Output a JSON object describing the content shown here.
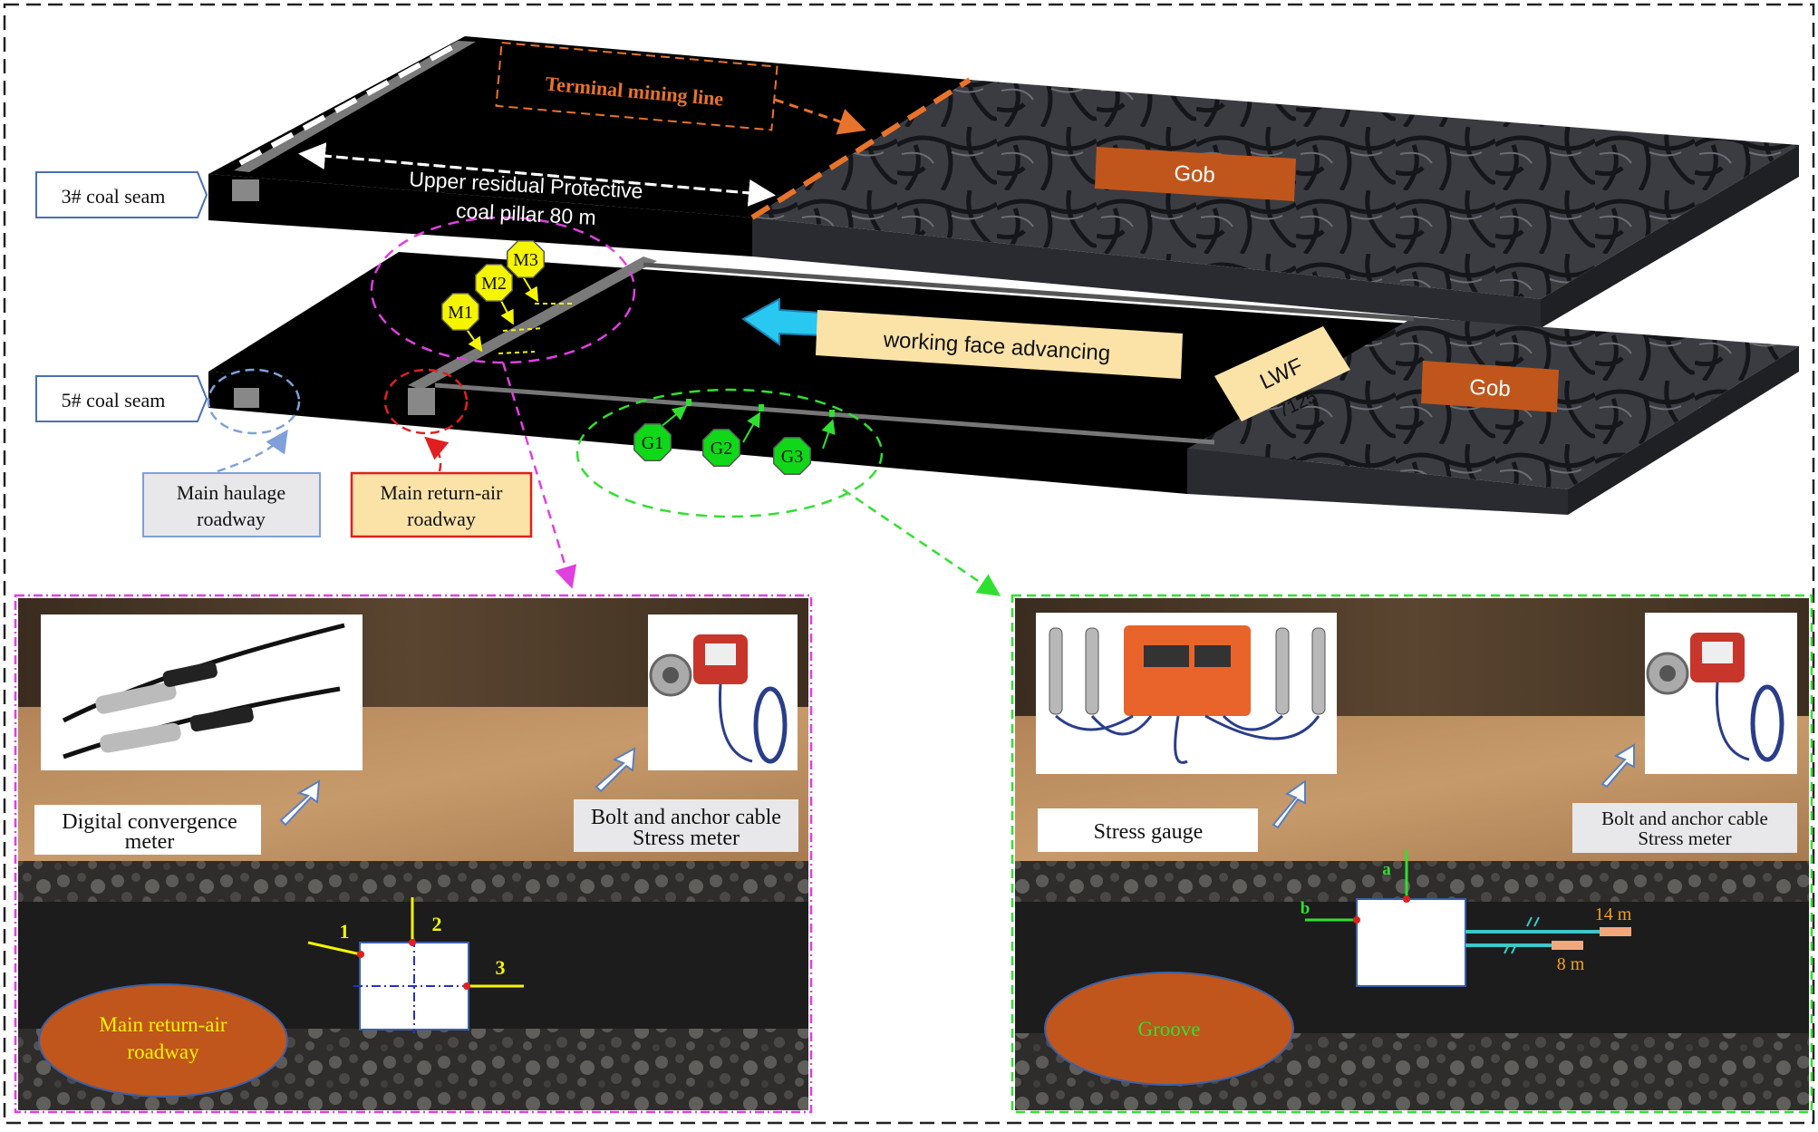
{
  "top": {
    "seam3_label": "3# coal seam",
    "seam5_label": "5# coal seam",
    "terminal_line": "Terminal mining line",
    "pillar_line1": "Upper residual Protective",
    "pillar_line2": "coal pillar 80 m",
    "gob_upper": "Gob",
    "gob_lower": "Gob",
    "advancing": "working face advancing",
    "lwf": "LWF",
    "lwf_id": "7125",
    "haulage_line1": "Main haulage",
    "haulage_line2": "roadway",
    "return_line1": "Main return-air",
    "return_line2": "roadway",
    "markers_m": [
      "M1",
      "M2",
      "M3"
    ],
    "markers_g": [
      "G1",
      "G2",
      "G3"
    ]
  },
  "left_panel": {
    "convergence_line1": "Digital convergence",
    "convergence_line2": "meter",
    "bolt_line1": "Bolt and anchor cable",
    "bolt_line2": "Stress meter",
    "roadway_line1": "Main return-air",
    "roadway_line2": "roadway",
    "points": [
      "1",
      "2",
      "3"
    ]
  },
  "right_panel": {
    "stress_gauge": "Stress gauge",
    "bolt_line1": "Bolt and anchor cable",
    "bolt_line2": "Stress meter",
    "groove": "Groove",
    "point_a": "a",
    "point_b": "b",
    "depth_deep": "14 m",
    "depth_shallow": "8 m"
  },
  "colors": {
    "seam": "#000000",
    "gob": "#3a3a40",
    "gob_label": "#c0561b",
    "marker_m": "#f5f500",
    "marker_g": "#10d818",
    "advance_arrow": "#29c8f0",
    "advance_box": "#fbe3a8",
    "magenta": "#e040e0",
    "green": "#30e030",
    "orange": "#e8732a"
  }
}
